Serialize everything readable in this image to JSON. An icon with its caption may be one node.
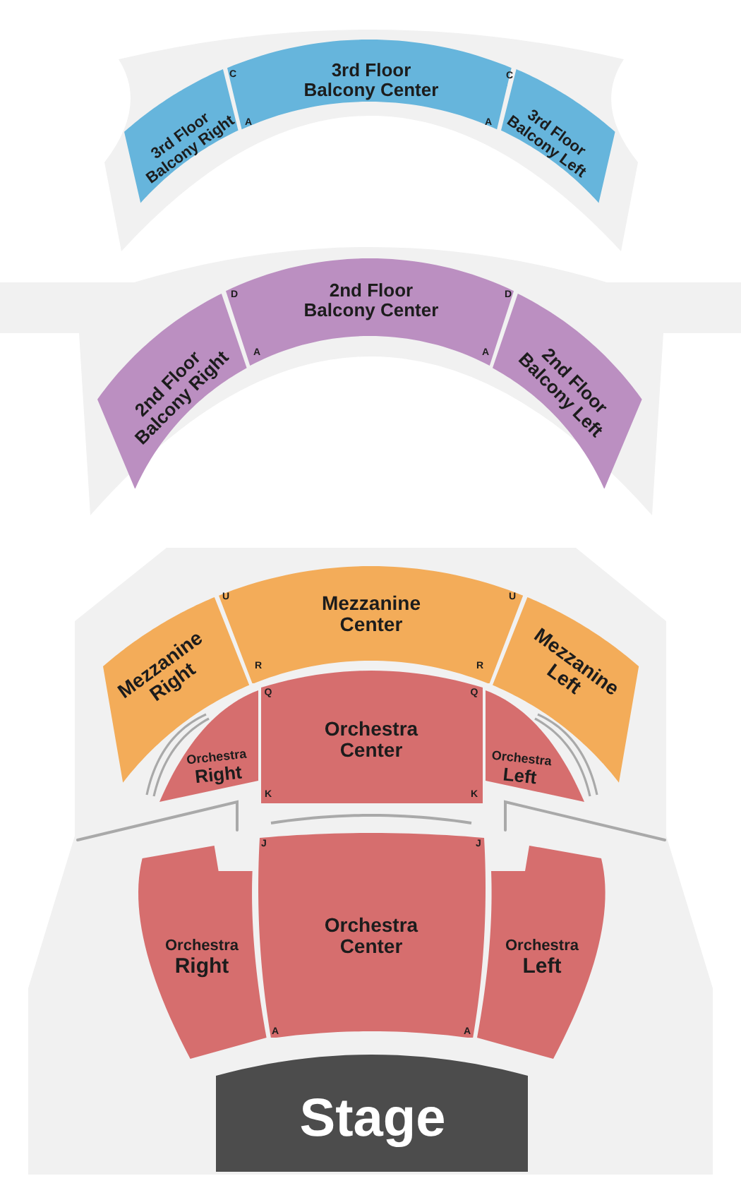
{
  "diagram": {
    "nodes": [
      {
        "text": [
          "3rd Floor Balcony Right"
        ]
      },
      {
        "text": [
          "3rd Floor Balcony Center"
        ]
      },
      {
        "text": [
          "3rd Floor Balcony Left"
        ]
      },
      {
        "text": [
          "2nd Floor Balcony Right"
        ]
      },
      {
        "text": [
          "2nd Floor Balcony Center"
        ]
      },
      {
        "text": [
          "2nd Floor Balcony Left"
        ]
      },
      {
        "text": [
          "Mezzanine Right"
        ]
      },
      {
        "text": [
          "Mezzanine Center"
        ]
      },
      {
        "text": [
          "Mezzanine Left"
        ]
      },
      {
        "text": [
          "Orchestra Right"
        ]
      },
      {
        "text": [
          "Orchestra Center"
        ]
      },
      {
        "text": [
          "Orchestra Left"
        ]
      },
      {
        "text": [
          "Orchestra Right"
        ]
      },
      {
        "text": [
          "Orchestra Center"
        ]
      },
      {
        "text": [
          "Orchestra Left"
        ]
      },
      {
        "text": [
          "Stage"
        ]
      }
    ],
    "labels": [
      "C",
      "C",
      "A",
      "A",
      "D",
      "D",
      "A",
      "A",
      "U",
      "U",
      "R",
      "R",
      "Q",
      "Q",
      "K",
      "K",
      "J",
      "J",
      "A",
      "A"
    ]
  }
}
